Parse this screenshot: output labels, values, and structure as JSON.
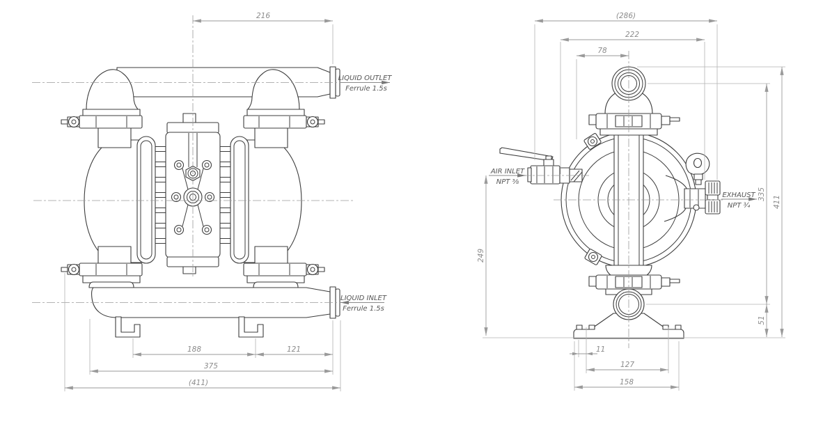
{
  "front_view": {
    "dimensions": {
      "top_width": "216",
      "foot_spacing": "188",
      "foot_to_inlet": "121",
      "port_span": "375",
      "overall_width": "(411)"
    },
    "callouts": {
      "outlet_line1": "LIQUID OUTLET",
      "outlet_line2": "Ferrule 1.5s",
      "inlet_line1": "LIQUID INLET",
      "inlet_line2": "Ferrule 1.5s"
    }
  },
  "side_view": {
    "dimensions": {
      "overall_depth": "(286)",
      "depth_to_muffler": "222",
      "front_to_center": "78",
      "air_inlet_height": "249",
      "port_height": "335",
      "overall_height": "411",
      "base_to_port_axis": "51",
      "base_edge_to_hole": "11",
      "base_hole_spacing": "127",
      "base_width": "158"
    },
    "callouts": {
      "air_inlet_line1": "AIR INLET",
      "air_inlet_line2": "NPT ⅜",
      "exhaust_line1": "EXHAUST",
      "exhaust_line2": "NPT ¾"
    }
  },
  "colors": {
    "line": "#3c3c3c",
    "dimension": "#9a9a9a",
    "dimension_text": "#8c8c8c",
    "label_text": "#555555",
    "background": "#ffffff"
  }
}
